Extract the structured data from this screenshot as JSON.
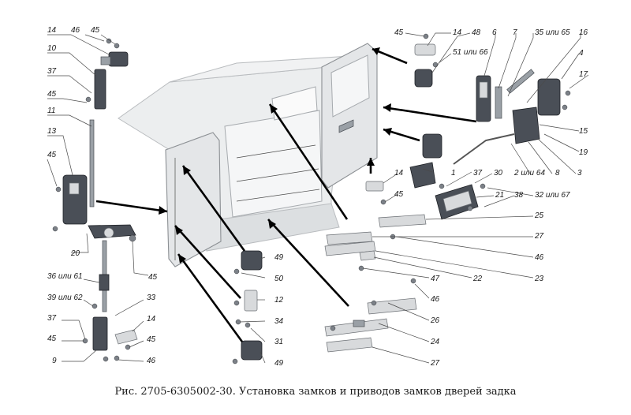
{
  "caption": "Рис. 2705-6305002-30. Установка замков и приводов замков дверей задка",
  "callouts": [
    {
      "id": "c-14-a",
      "text": "14"
    },
    {
      "id": "c-46-a",
      "text": "46"
    },
    {
      "id": "c-45-a",
      "text": "45"
    },
    {
      "id": "c-10",
      "text": "10"
    },
    {
      "id": "c-37-a",
      "text": "37"
    },
    {
      "id": "c-45-b",
      "text": "45"
    },
    {
      "id": "c-11",
      "text": "11"
    },
    {
      "id": "c-13",
      "text": "13"
    },
    {
      "id": "c-45-c",
      "text": "45"
    },
    {
      "id": "c-20",
      "text": "20"
    },
    {
      "id": "c-45-d",
      "text": "45"
    },
    {
      "id": "c-36",
      "text": "36 или 61"
    },
    {
      "id": "c-39",
      "text": "39 или 62"
    },
    {
      "id": "c-33",
      "text": "33"
    },
    {
      "id": "c-37-b",
      "text": "37"
    },
    {
      "id": "c-14-b",
      "text": "14"
    },
    {
      "id": "c-45-e",
      "text": "45"
    },
    {
      "id": "c-45-f",
      "text": "45"
    },
    {
      "id": "c-46-b",
      "text": "46"
    },
    {
      "id": "c-9",
      "text": "9"
    },
    {
      "id": "c-45-g",
      "text": "45"
    },
    {
      "id": "c-14-c",
      "text": "14"
    },
    {
      "id": "c-48",
      "text": "48"
    },
    {
      "id": "c-51",
      "text": "51 или 66"
    },
    {
      "id": "c-6",
      "text": "6"
    },
    {
      "id": "c-7",
      "text": "7"
    },
    {
      "id": "c-35",
      "text": "35 или 65"
    },
    {
      "id": "c-16",
      "text": "16"
    },
    {
      "id": "c-4",
      "text": "4"
    },
    {
      "id": "c-17",
      "text": "17"
    },
    {
      "id": "c-15",
      "text": "15"
    },
    {
      "id": "c-19",
      "text": "19"
    },
    {
      "id": "c-14-d",
      "text": "14"
    },
    {
      "id": "c-45-h",
      "text": "45"
    },
    {
      "id": "c-1",
      "text": "1"
    },
    {
      "id": "c-37-c",
      "text": "37"
    },
    {
      "id": "c-30",
      "text": "30"
    },
    {
      "id": "c-2",
      "text": "2 или 64"
    },
    {
      "id": "c-8",
      "text": "8"
    },
    {
      "id": "c-3",
      "text": "3"
    },
    {
      "id": "c-21",
      "text": "21"
    },
    {
      "id": "c-38",
      "text": "38"
    },
    {
      "id": "c-32",
      "text": "32 или 67"
    },
    {
      "id": "c-25",
      "text": "25"
    },
    {
      "id": "c-27-a",
      "text": "27"
    },
    {
      "id": "c-46-c",
      "text": "46"
    },
    {
      "id": "c-23",
      "text": "23"
    },
    {
      "id": "c-22",
      "text": "22"
    },
    {
      "id": "c-47",
      "text": "47"
    },
    {
      "id": "c-49-a",
      "text": "49"
    },
    {
      "id": "c-50",
      "text": "50"
    },
    {
      "id": "c-12",
      "text": "12"
    },
    {
      "id": "c-34",
      "text": "34"
    },
    {
      "id": "c-31",
      "text": "31"
    },
    {
      "id": "c-49-b",
      "text": "49"
    },
    {
      "id": "c-46-d",
      "text": "46"
    },
    {
      "id": "c-26",
      "text": "26"
    },
    {
      "id": "c-24",
      "text": "24"
    },
    {
      "id": "c-27-b",
      "text": "27"
    }
  ],
  "colors": {
    "ink": "#1a1a1a",
    "part": "#4a4f57",
    "body": "#eceeef"
  }
}
